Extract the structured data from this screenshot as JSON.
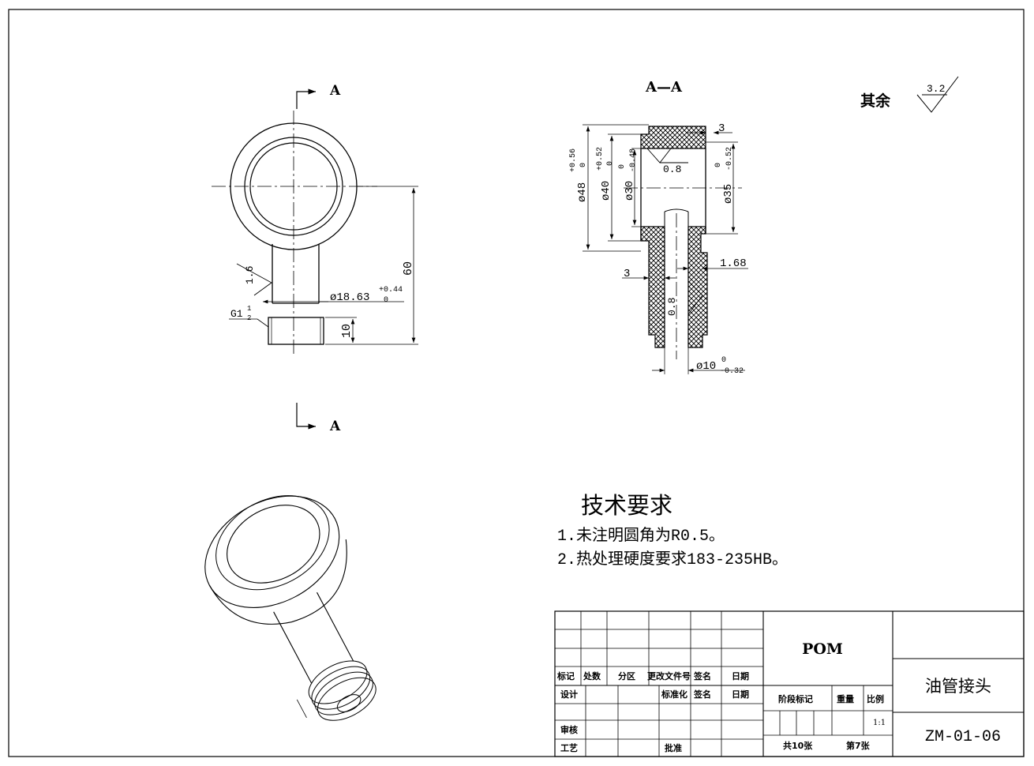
{
  "section": {
    "marker": "A",
    "title": "A—A"
  },
  "roughness": {
    "rest_label": "其余",
    "rest_value": "3.2",
    "bore_face": "0.8",
    "inner_bore": "0.8",
    "shank": "1.6"
  },
  "front_view_dims": {
    "height": "60",
    "thread_dia": "ø18.63",
    "thread_tol_upper": "+0.44",
    "thread_tol_lower": "0",
    "thread_len": "10",
    "thread_spec": "G1",
    "thread_frac_num": "1",
    "thread_frac_den": "2"
  },
  "section_dims": {
    "d48": "ø48",
    "d48_upper": "+0.56",
    "d48_lower": "0",
    "d40": "ø40",
    "d40_upper": "+0.52",
    "d40_lower": "0",
    "d30": "ø30",
    "d30_upper": "0",
    "d30_lower": "-0.48",
    "d35": "ø35",
    "d35_upper": "0",
    "d35_lower": "-0.52",
    "wall_top": "3",
    "wall_side": "3",
    "wall_thin": "1.68",
    "d10": "ø10",
    "d10_upper": "0",
    "d10_lower": "-0.32"
  },
  "tech_req": {
    "title": "技术要求",
    "items": [
      "1.未注明圆角为R0.5。",
      "2.热处理硬度要求183-235HB。"
    ]
  },
  "title_block": {
    "material": "POM",
    "part_name": "油管接头",
    "drawing_no": "ZM-01-06",
    "headers": [
      "标记",
      "处数",
      "分区",
      "更改文件号",
      "签名",
      "日期"
    ],
    "design": "设计",
    "standardize": "标准化",
    "sign": "签名",
    "date": "日期",
    "review": "审核",
    "process": "工艺",
    "approve": "批准",
    "stage_mark": "阶段标记",
    "weight": "重量",
    "scale_label": "比例",
    "scale": "1:1",
    "total_sheets": "共10张",
    "sheet_no": "第7张"
  }
}
